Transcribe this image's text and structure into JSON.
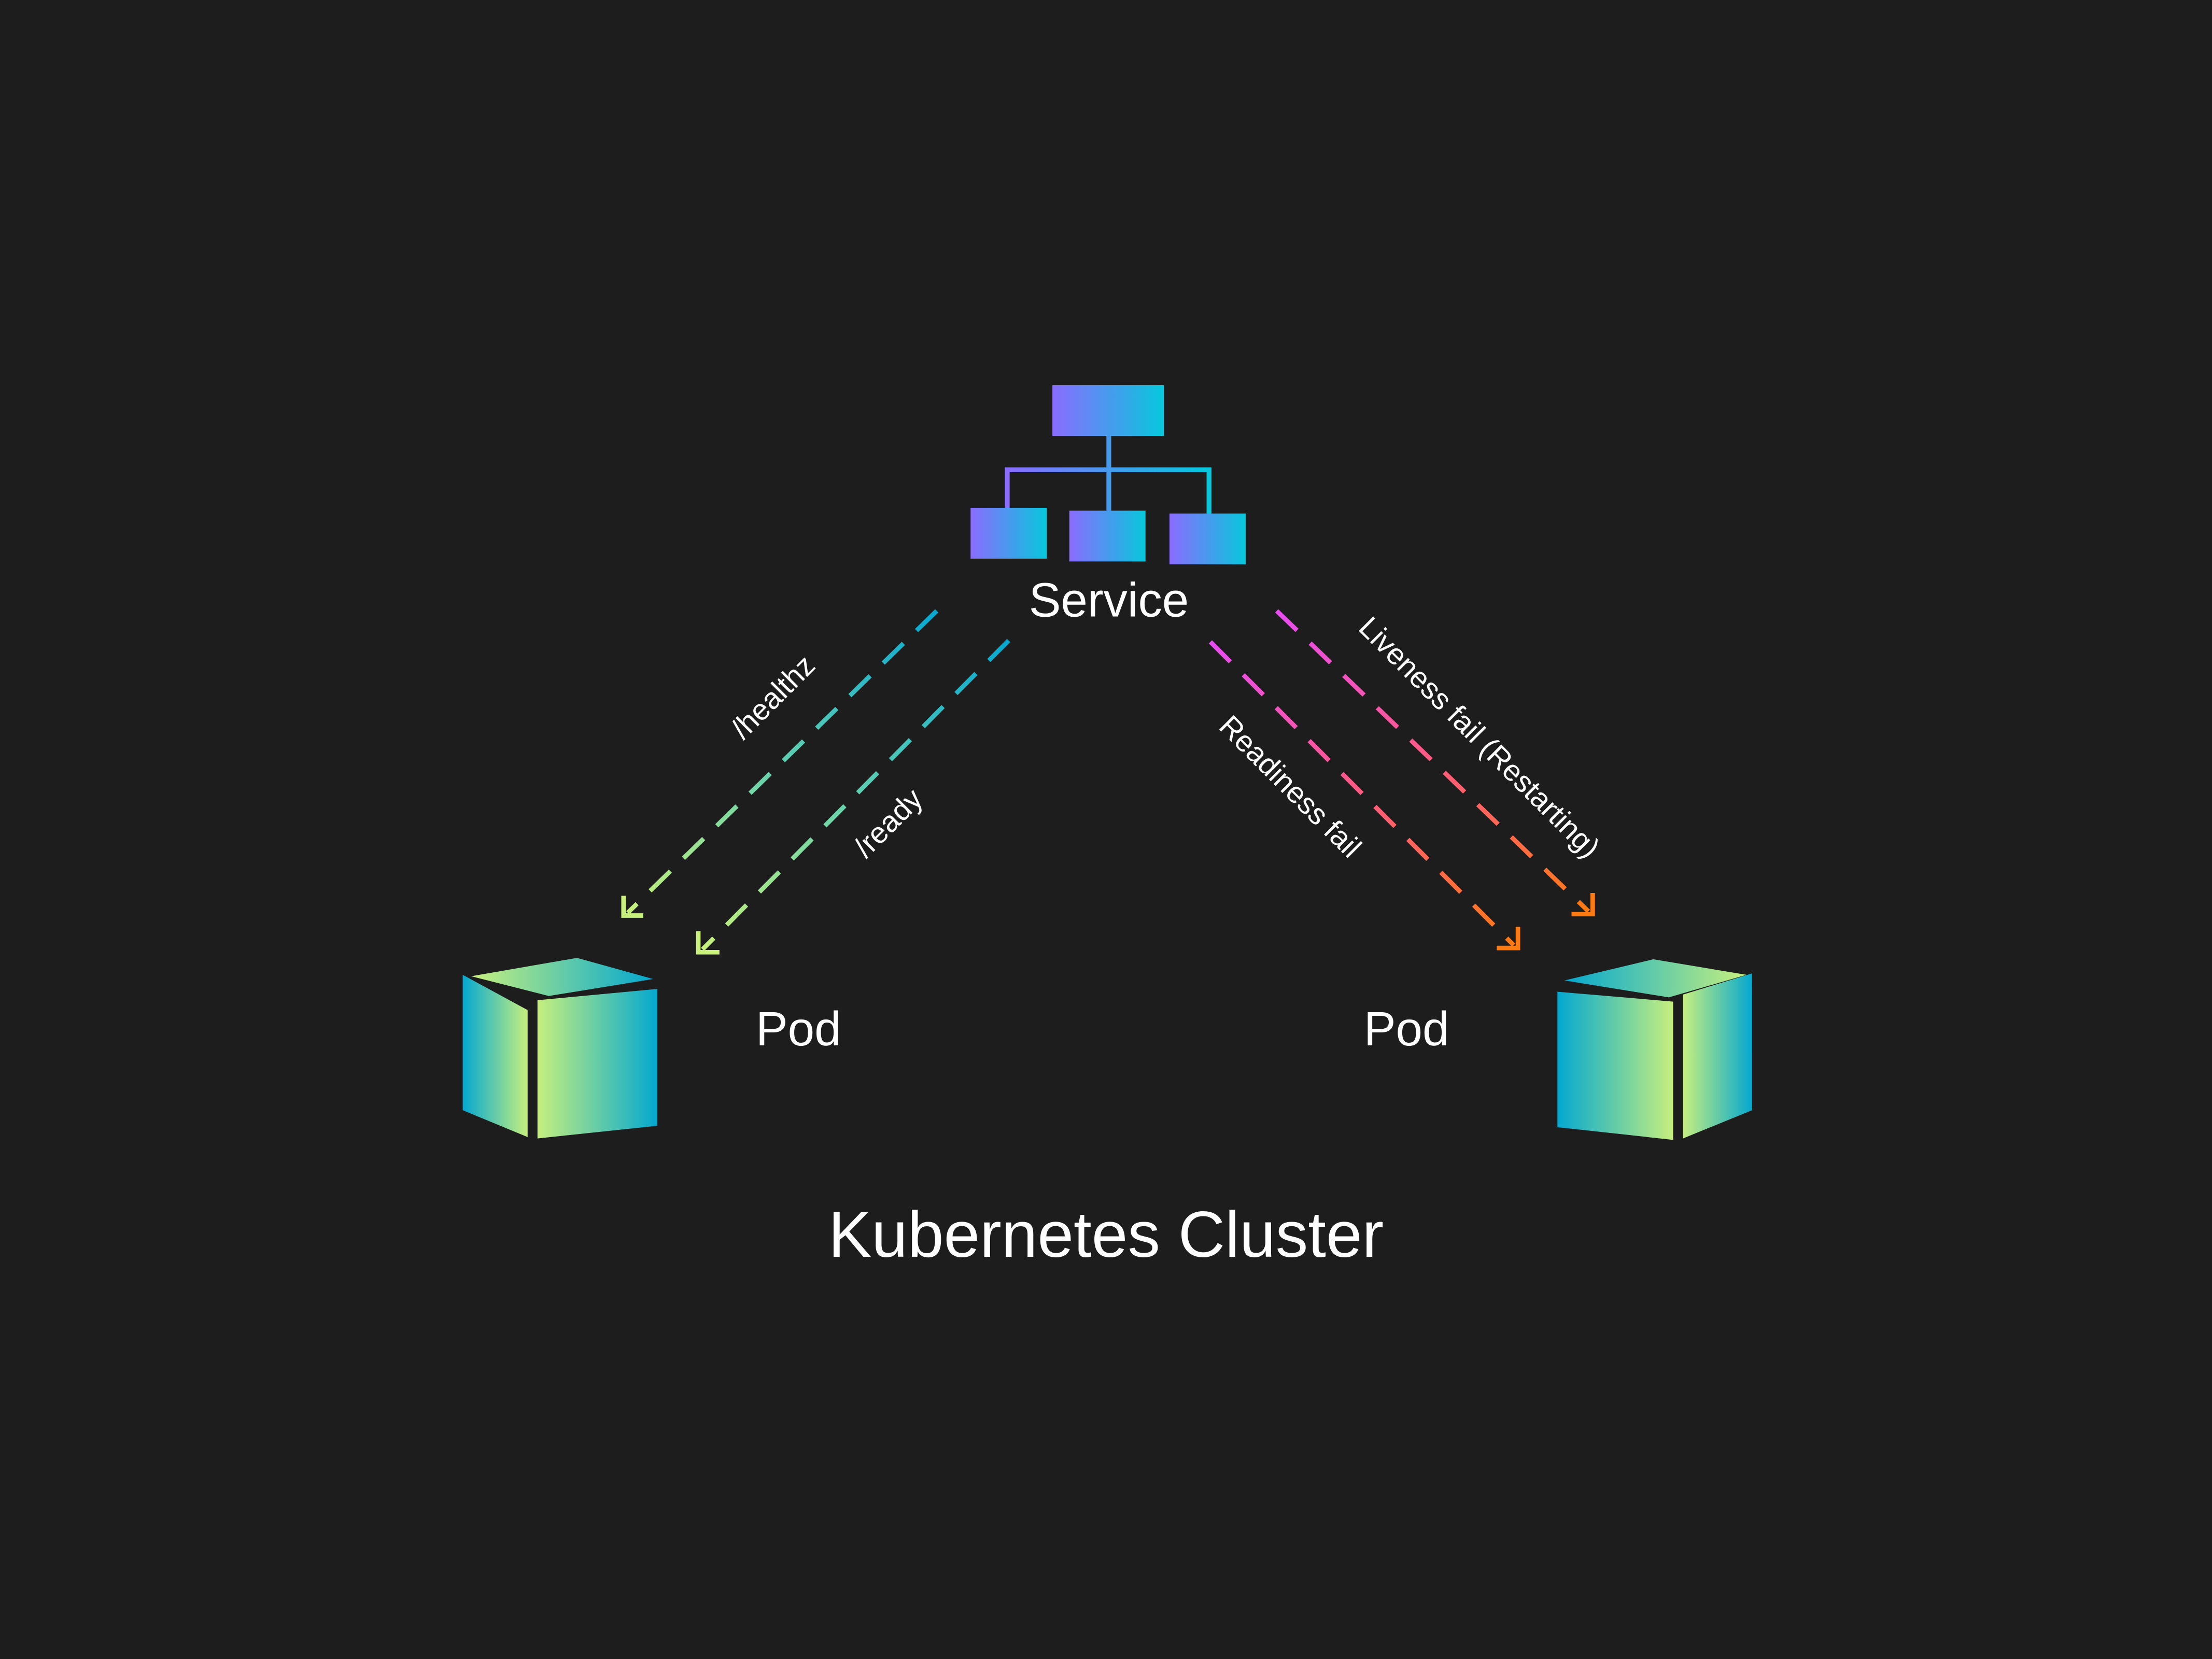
{
  "diagram": {
    "title": "Kubernetes Cluster",
    "background_color": "#1e1d1e",
    "nodes": [
      {
        "id": "service",
        "label": "Service",
        "icon": "hierarchy-icon",
        "gradient": [
          "#8a6cff",
          "#06c8dc"
        ]
      },
      {
        "id": "pod_left",
        "label": "Pod",
        "icon": "cube-icon",
        "gradient": [
          "#04a8d0",
          "#c6ef7e"
        ]
      },
      {
        "id": "pod_right",
        "label": "Pod",
        "icon": "cube-icon",
        "gradient": [
          "#04a8d0",
          "#c6ef7e"
        ]
      }
    ],
    "edges": [
      {
        "id": "healthz",
        "label": "/healthz",
        "from": "service",
        "to": "pod_left",
        "style": "dashed",
        "color_start": "#06a8d2",
        "color_end": "#c8f07a"
      },
      {
        "id": "ready",
        "label": "/ready",
        "from": "service",
        "to": "pod_left",
        "style": "dashed",
        "color_start": "#06a8d2",
        "color_end": "#c8f07a"
      },
      {
        "id": "readiness_fail",
        "label": "Readiness fail",
        "from": "service",
        "to": "pod_right",
        "style": "dashed",
        "color_start": "#e84cf2",
        "color_end": "#ff7a10"
      },
      {
        "id": "liveness_fail",
        "label": "Liveness fail (Restarting)",
        "from": "service",
        "to": "pod_right",
        "style": "dashed",
        "color_start": "#e84cf2",
        "color_end": "#ff7a10"
      }
    ]
  }
}
